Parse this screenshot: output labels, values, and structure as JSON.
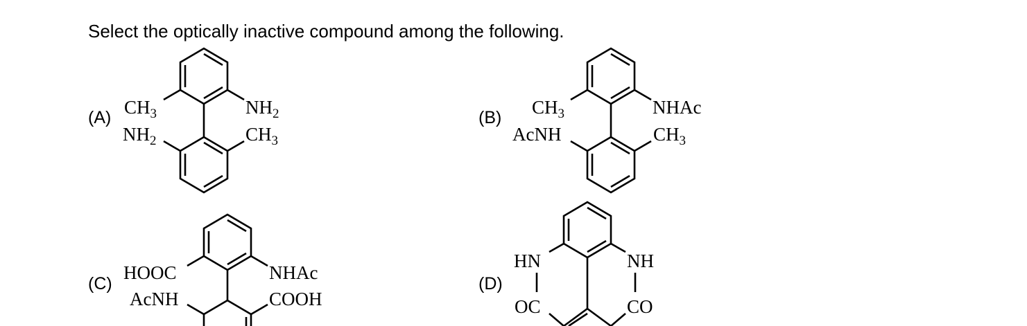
{
  "question": "Select the optically inactive compound among the following.",
  "options": {
    "A": {
      "label": "(A)",
      "upper_left": "CH",
      "upper_left_sub": "3",
      "upper_right": "NH",
      "upper_right_sub": "2",
      "lower_left": "NH",
      "lower_left_sub": "2",
      "lower_right": "CH",
      "lower_right_sub": "3"
    },
    "B": {
      "label": "(B)",
      "upper_left": "CH",
      "upper_left_sub": "3",
      "upper_right": "NHAc",
      "lower_left": "AcNH",
      "lower_right": "CH",
      "lower_right_sub": "3"
    },
    "C": {
      "label": "(C)",
      "upper_left": "HOOC",
      "upper_right": "NHAc",
      "lower_left": "AcNH",
      "lower_right": "COOH"
    },
    "D": {
      "label": "(D)",
      "upper_left": "HN",
      "upper_right": "NH",
      "lower_left": "OC",
      "lower_right": "CO"
    }
  }
}
